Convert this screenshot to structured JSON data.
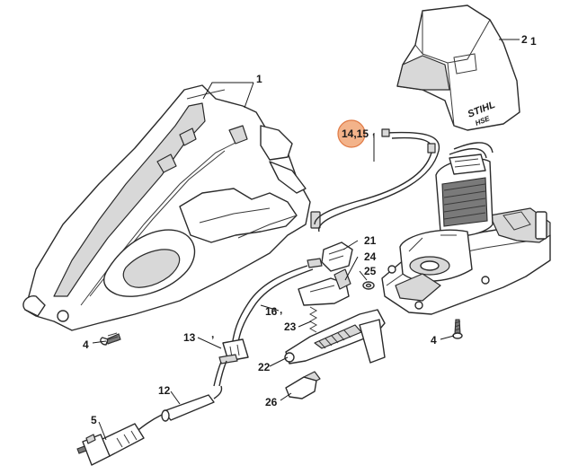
{
  "brand": {
    "name": "STIHL",
    "model": "HSE"
  },
  "callouts": {
    "c1": "1",
    "c2": "2",
    "c2_suffix": "1",
    "c4a": "4",
    "c4b": "4",
    "c5": "5",
    "c12": "12",
    "c13": "13",
    "c13_suffix": ",",
    "c14_15": "14,15",
    "c14_15_suffix": ",",
    "c16": "16",
    "c16_suffix": ",",
    "c21": "21",
    "c22": "22",
    "c23": "23",
    "c24": "24",
    "c25": "25",
    "c26": "26"
  },
  "colors": {
    "highlight_fill": "#f3b38a",
    "highlight_stroke": "#e07a45",
    "line": "#2b2b2b"
  }
}
